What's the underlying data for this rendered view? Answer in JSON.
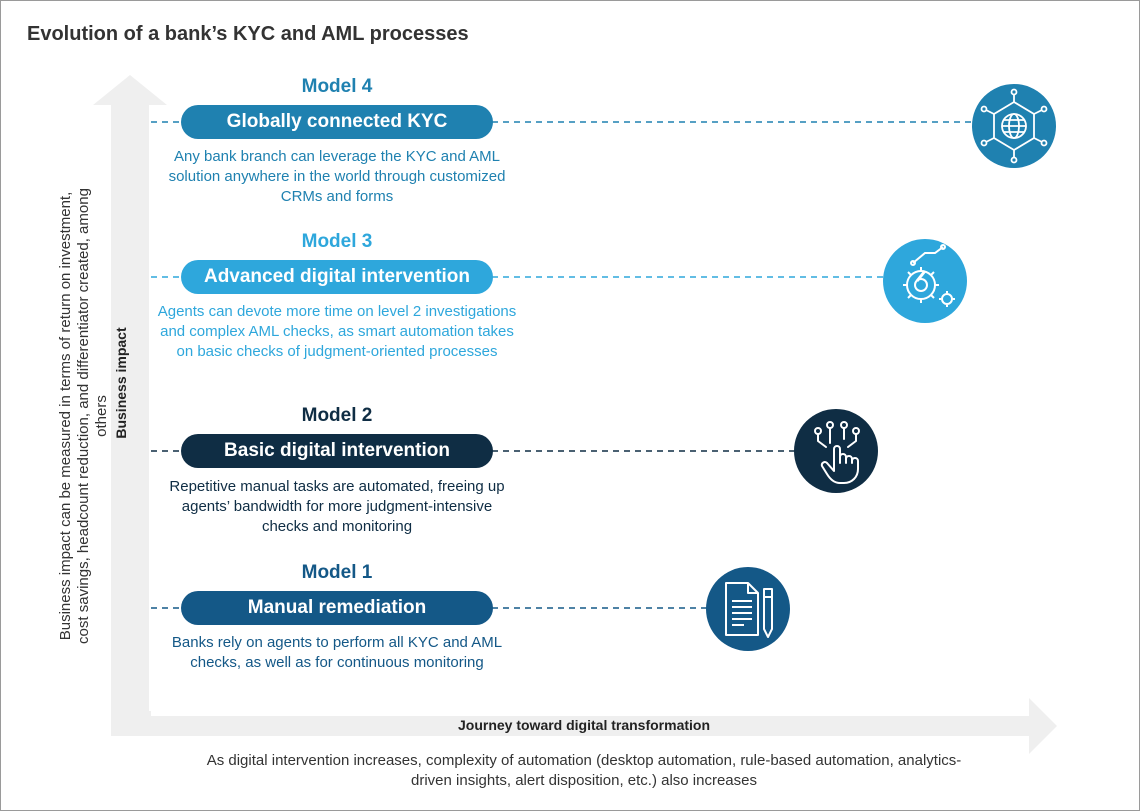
{
  "title": "Evolution of a bank’s KYC and AML processes",
  "left_note": "Business impact can be measured in terms of return on investment, cost savings, headcount reduction, and differentiator created, among others",
  "vertical_axis_label": "Business impact",
  "horizontal_axis_label": "Journey toward digital transformation",
  "bottom_note": "As digital intervention increases, complexity of automation (desktop automation, rule-based automation, analytics-driven insights, alert disposition, etc.) also increases",
  "models": [
    {
      "title": "Model 4",
      "name": "Globally connected KYC",
      "description": "Any bank branch can leverage the KYC and AML solution anywhere in the world through customized CRMs and forms",
      "color": "#1f81b0",
      "icon": "globe-network-icon"
    },
    {
      "title": "Model 3",
      "name": "Advanced digital intervention",
      "description": "Agents can devote more time on level 2 investigations and complex AML checks, as smart automation takes on basic checks of judgment-oriented processes",
      "color": "#2ea7dc",
      "icon": "gear-automation-icon"
    },
    {
      "title": "Model 2",
      "name": "Basic digital intervention",
      "description": "Repetitive manual tasks are automated, freeing up agents’ bandwidth for more judgment-intensive checks and monitoring",
      "color": "#0f2d44",
      "icon": "touch-hand-icon"
    },
    {
      "title": "Model 1",
      "name": "Manual remediation",
      "description": "Banks rely on agents to perform all KYC and AML checks, as well as for continuous monitoring",
      "color": "#145887",
      "icon": "document-pen-icon"
    }
  ]
}
